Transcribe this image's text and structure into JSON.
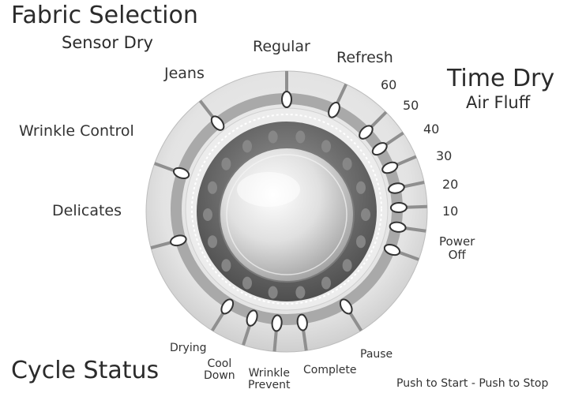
{
  "headings": {
    "fabric_selection": "Fabric Selection",
    "sensor_dry": "Sensor Dry",
    "time_dry": "Time Dry",
    "air_fluff": "Air Fluff",
    "cycle_status": "Cycle Status",
    "push_start_stop": "Push to Start - Push to Stop"
  },
  "fabric_options": [
    "Regular",
    "Refresh",
    "Jeans",
    "Wrinkle Control",
    "Delicates"
  ],
  "time_options": [
    "60",
    "50",
    "40",
    "30",
    "20",
    "10"
  ],
  "power_off": [
    "Power",
    "Off"
  ],
  "status": {
    "drying": "Drying",
    "cool_down": [
      "Cool",
      "Down"
    ],
    "wrinkle_prevent": [
      "Wrinkle",
      "Prevent"
    ],
    "complete": "Complete",
    "pause": "Pause"
  },
  "colors": {
    "outer_ring": "#e8e8e8",
    "mid_ring": "#b0b0b0",
    "inner_dark": "#6e6e6e",
    "knob": "#d4d4d4",
    "indicator": "#ffffff",
    "text": "#333333"
  }
}
